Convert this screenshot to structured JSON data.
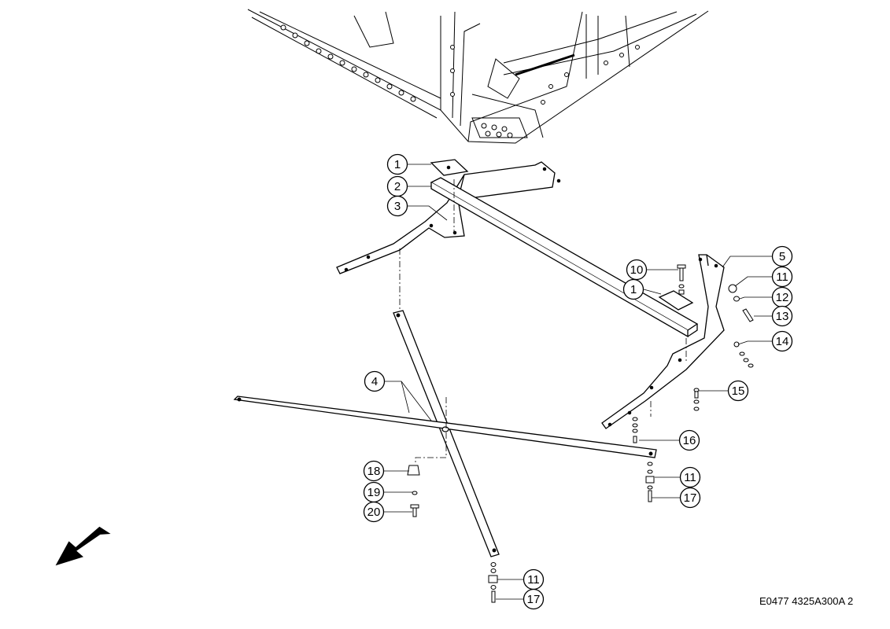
{
  "drawing_code": "E0477 4325A300A 2",
  "callouts": [
    {
      "label": "1"
    },
    {
      "label": "2"
    },
    {
      "label": "3"
    },
    {
      "label": "4"
    },
    {
      "label": "5"
    },
    {
      "label": "10"
    },
    {
      "label": "1"
    },
    {
      "label": "11"
    },
    {
      "label": "12"
    },
    {
      "label": "13"
    },
    {
      "label": "14"
    },
    {
      "label": "15"
    },
    {
      "label": "16"
    },
    {
      "label": "11"
    },
    {
      "label": "17"
    },
    {
      "label": "18"
    },
    {
      "label": "19"
    },
    {
      "label": "20"
    },
    {
      "label": "11"
    },
    {
      "label": "17"
    }
  ],
  "colors": {
    "line": "#000000",
    "background": "#ffffff"
  },
  "icons": {
    "direction": "forward-arrow-icon"
  }
}
